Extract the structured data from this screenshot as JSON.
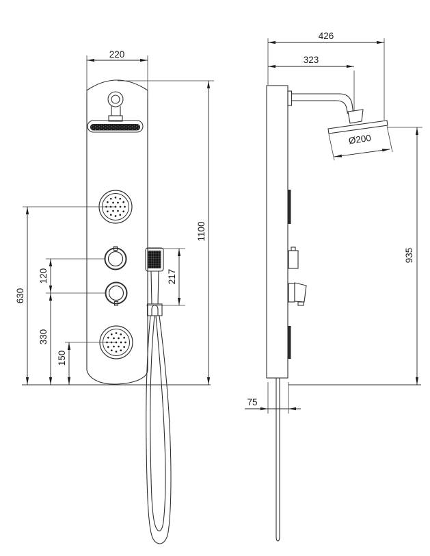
{
  "colors": {
    "background": "#ffffff",
    "line": "#2f2f2f",
    "dimension_line": "#222222",
    "dark_fill": "#1d1d1d"
  },
  "views": {
    "front": {
      "dims": {
        "panel_width": "220",
        "overall_height": "1100",
        "upper_jet_to_floor": "630",
        "knob_spacing": "120",
        "lower_knob_to_floor": "330",
        "lower_jet_to_floor": "150",
        "hand_shower_length": "217"
      }
    },
    "side": {
      "dims": {
        "overall_depth": "426",
        "arm_reach": "323",
        "head_diameter": "Ø200",
        "panel_top_to_floor": "935",
        "panel_depth": "75"
      }
    }
  }
}
